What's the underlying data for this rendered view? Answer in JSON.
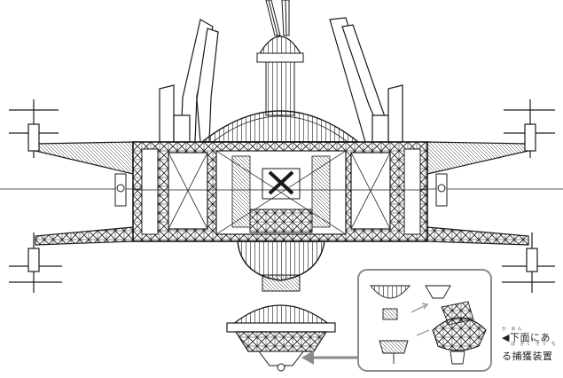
{
  "callout": {
    "line1": "◀下面にあ",
    "line2": "る捕獲装置",
    "ruby1": "か めん",
    "ruby2": "ほ かく そう ち"
  },
  "colors": {
    "ink": "#1a1a1a",
    "paper": "#ffffff",
    "frame": "#8a8a8a",
    "arrow": "#8a8a8a"
  },
  "icons": [
    "arrow-left-icon"
  ]
}
